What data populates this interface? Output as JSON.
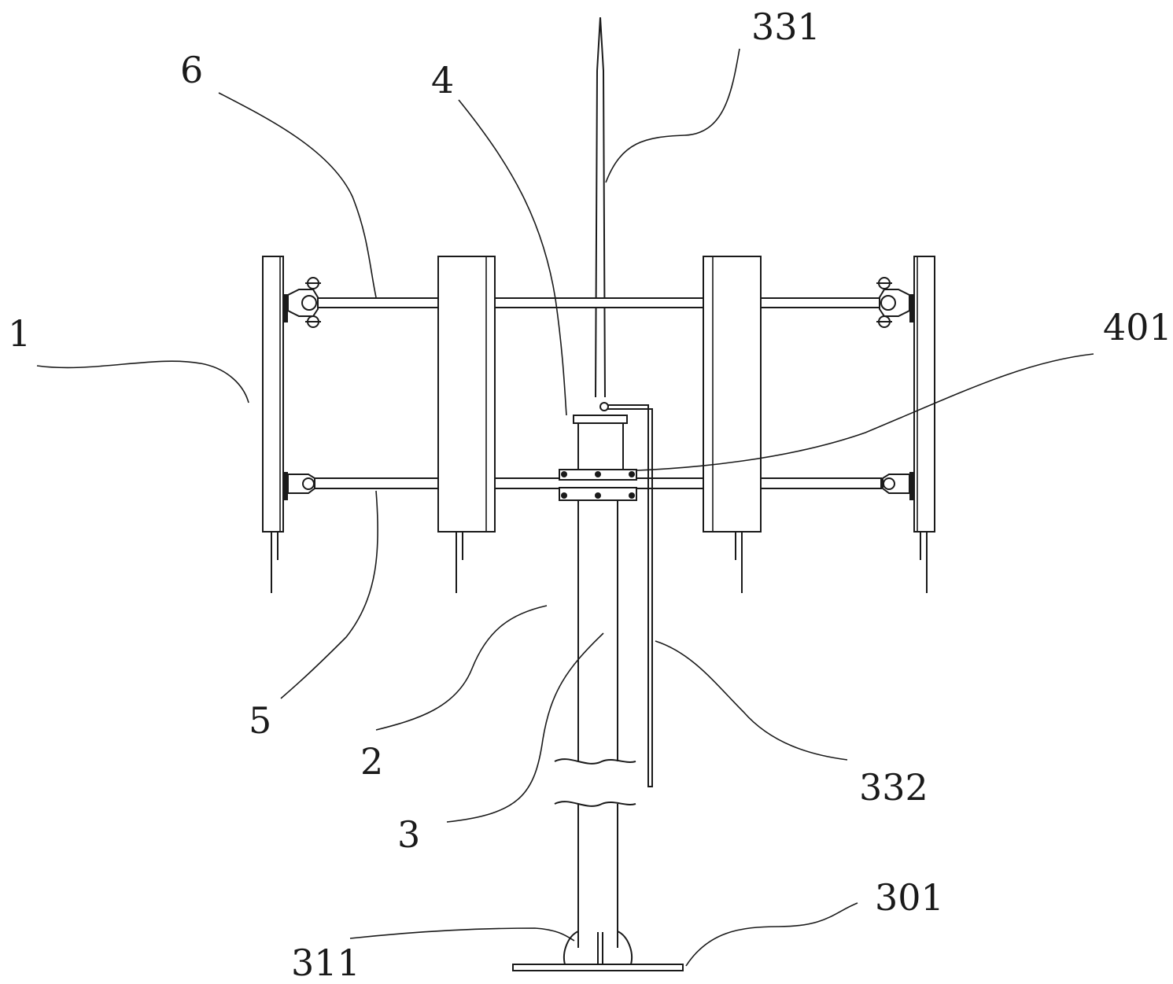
{
  "labels": {
    "l1": "1",
    "l2": "2",
    "l3": "3",
    "l4": "4",
    "l5": "5",
    "l6": "6",
    "l301": "301",
    "l311": "311",
    "l331": "331",
    "l332": "332",
    "l401": "401"
  }
}
